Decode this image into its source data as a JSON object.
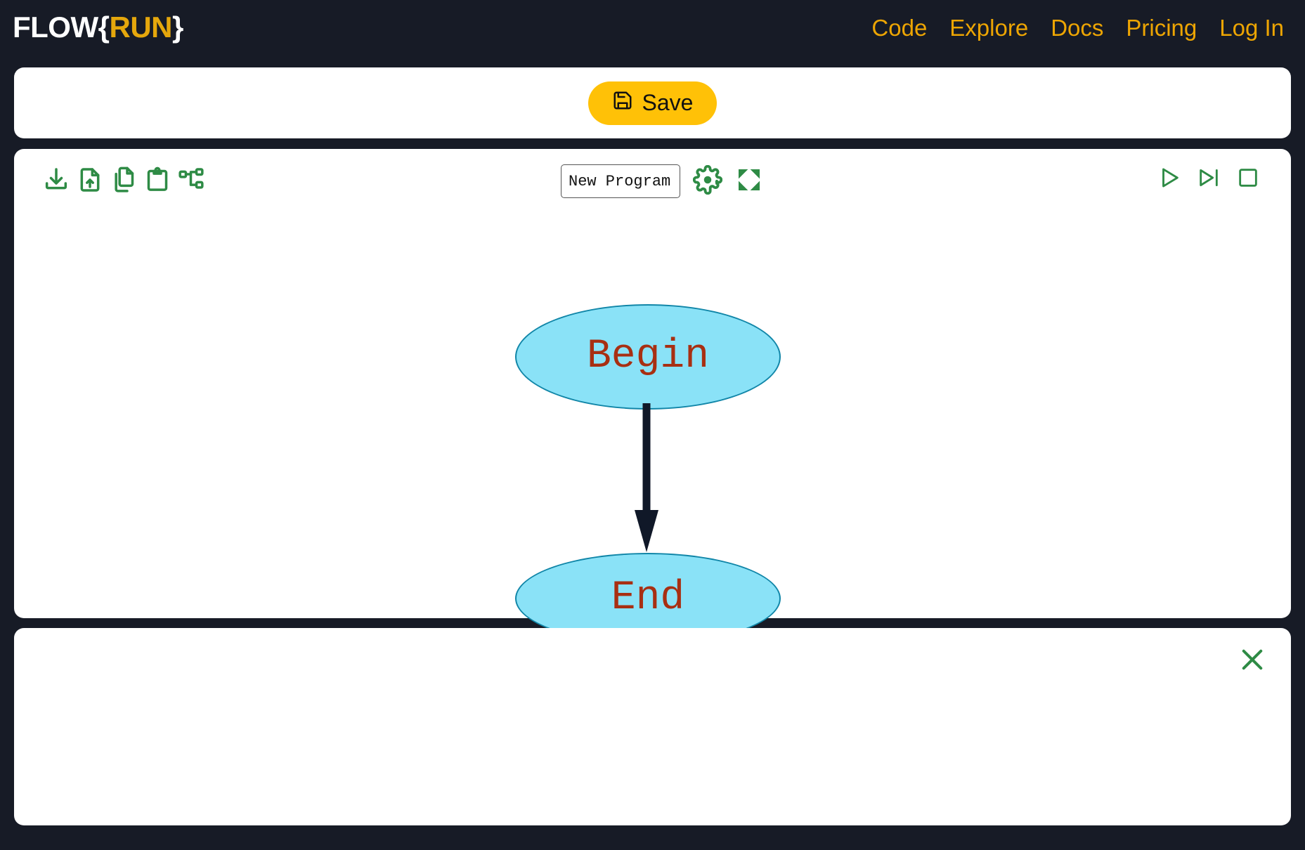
{
  "header": {
    "logo": {
      "prefix": "FLOW",
      "brace_open": "{",
      "run": "RUN",
      "brace_close": "}"
    },
    "nav": [
      {
        "label": "Code",
        "name": "nav-code"
      },
      {
        "label": "Explore",
        "name": "nav-explore"
      },
      {
        "label": "Docs",
        "name": "nav-docs"
      },
      {
        "label": "Pricing",
        "name": "nav-pricing"
      },
      {
        "label": "Log In",
        "name": "nav-login"
      }
    ]
  },
  "save_bar": {
    "save_label": "Save",
    "save_icon": "floppy-disk-save-icon"
  },
  "toolbar": {
    "left_icons": [
      {
        "name": "download-icon",
        "title": "Download"
      },
      {
        "name": "file-upload-icon",
        "title": "Load from file"
      },
      {
        "name": "copy-icon",
        "title": "Copy"
      },
      {
        "name": "clipboard-paste-icon",
        "title": "Paste"
      },
      {
        "name": "flowchart-nodes-icon",
        "title": "Graph view"
      }
    ],
    "program_name_value": "New Program",
    "program_name_placeholder": "New Program",
    "center_icons": [
      {
        "name": "gear-icon",
        "title": "Settings"
      },
      {
        "name": "expand-icon",
        "title": "Fullscreen"
      }
    ],
    "right_icons": [
      {
        "name": "play-icon",
        "title": "Run"
      },
      {
        "name": "step-over-icon",
        "title": "Step"
      },
      {
        "name": "stop-icon",
        "title": "Stop"
      }
    ]
  },
  "flowchart": {
    "nodes": [
      {
        "id": "begin",
        "label": "Begin",
        "shape": "ellipse"
      },
      {
        "id": "end",
        "label": "End",
        "shape": "ellipse"
      }
    ],
    "edges": [
      {
        "from": "begin",
        "to": "end",
        "label": ""
      }
    ]
  },
  "output_panel": {
    "content": "",
    "close_icon": "close-x-icon"
  },
  "colors": {
    "background": "#171b26",
    "panel": "#ffffff",
    "accent_amber": "#ffc107",
    "nav_amber": "#eda503",
    "icon_green": "#2e8b45",
    "node_fill": "#8ae2f7",
    "node_stroke": "#1186a8",
    "node_text": "#a82f12",
    "arrow": "#101828"
  }
}
